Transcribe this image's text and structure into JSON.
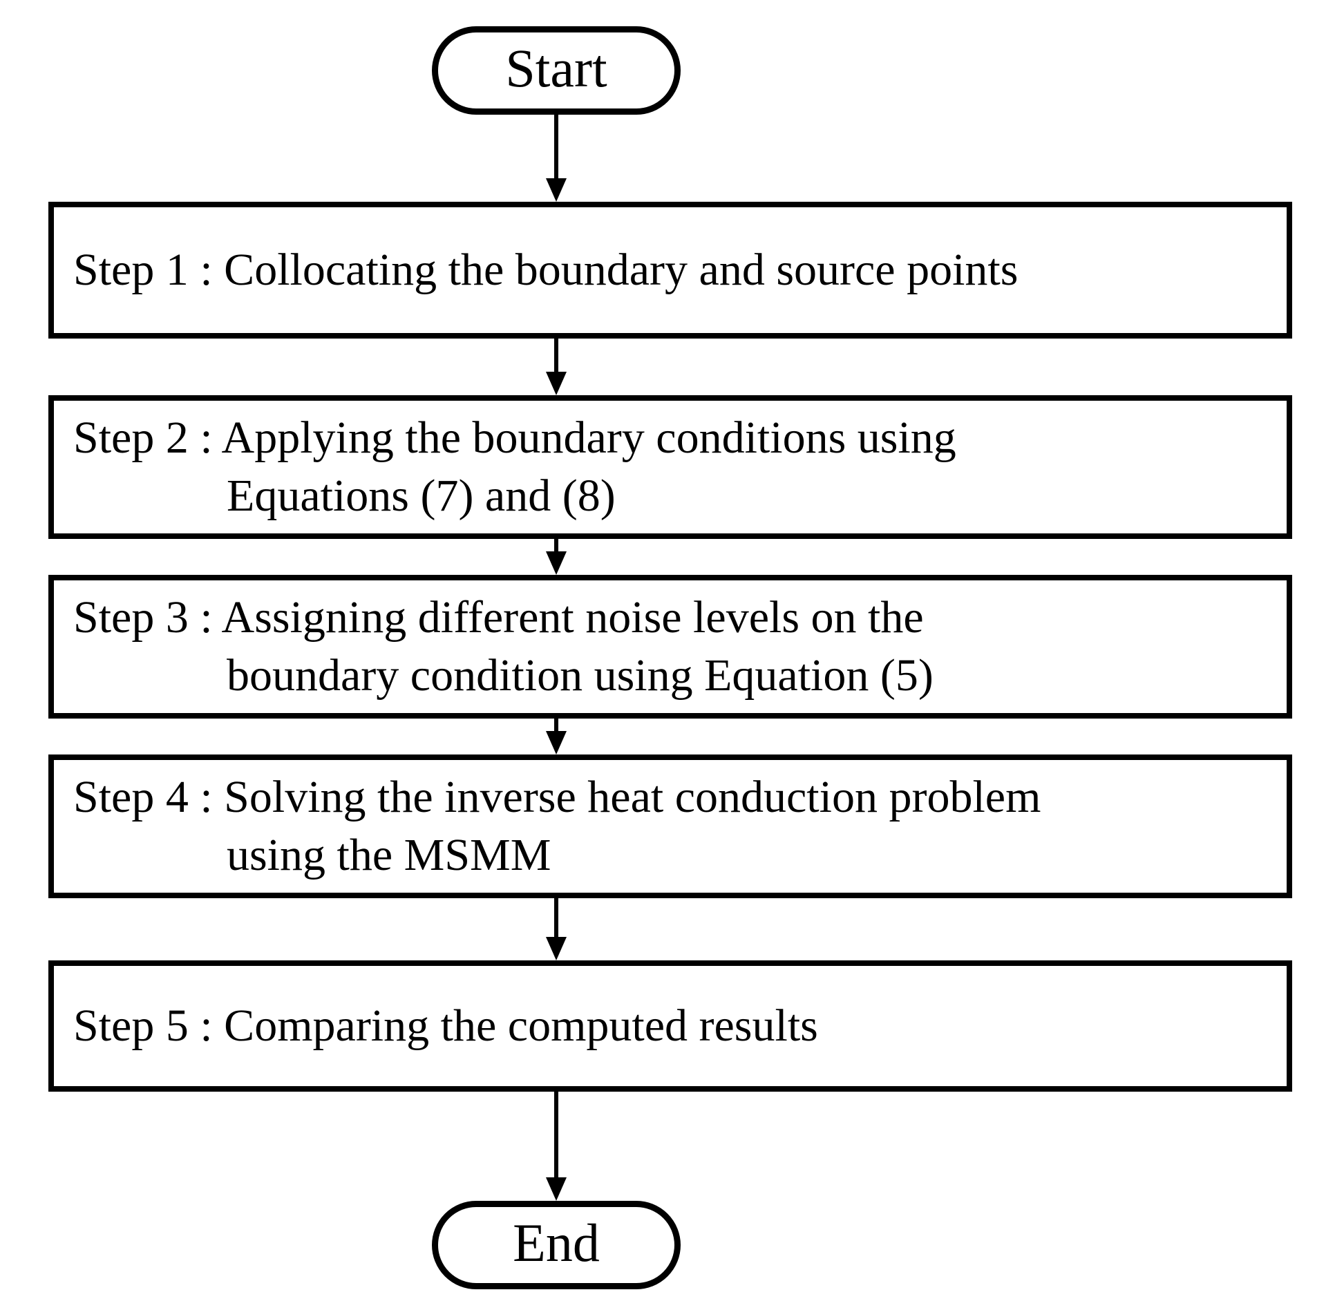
{
  "diagram": {
    "type": "flowchart",
    "orientation": "vertical",
    "node_colors": {
      "stroke": "#000000",
      "fill": "#ffffff",
      "text": "#000000",
      "background": "#ffffff"
    },
    "start_node": {
      "shape": "stadium",
      "label": "Start"
    },
    "end_node": {
      "shape": "stadium",
      "label": "End"
    },
    "steps": [
      {
        "id": "step1",
        "shape": "rectangle",
        "lines": [
          "Step 1 : Collocating the boundary and source points"
        ]
      },
      {
        "id": "step2",
        "shape": "rectangle",
        "lines": [
          "Step 2 : Applying the boundary conditions using",
          "Equations (7) and (8)"
        ]
      },
      {
        "id": "step3",
        "shape": "rectangle",
        "lines": [
          "Step 3 : Assigning different noise levels on the",
          "boundary condition using Equation (5)"
        ]
      },
      {
        "id": "step4",
        "shape": "rectangle",
        "lines": [
          "Step 4 : Solving the inverse heat conduction problem",
          "using the MSMM"
        ]
      },
      {
        "id": "step5",
        "shape": "rectangle",
        "lines": [
          "Step 5 : Comparing the computed results"
        ]
      }
    ],
    "connectors": [
      {
        "id": "start-step1",
        "from": "Start",
        "to": "Step 1",
        "style": "solid-arrow-down"
      },
      {
        "id": "step1-step2",
        "from": "Step 1",
        "to": "Step 2",
        "style": "solid-arrow-down"
      },
      {
        "id": "step2-step3",
        "from": "Step 2",
        "to": "Step 3",
        "style": "solid-arrow-down"
      },
      {
        "id": "step3-step4",
        "from": "Step 3",
        "to": "Step 4",
        "style": "solid-arrow-down"
      },
      {
        "id": "step4-step5",
        "from": "Step 4",
        "to": "Step 5",
        "style": "solid-arrow-down"
      },
      {
        "id": "step5-end",
        "from": "Step 5",
        "to": "End",
        "style": "solid-arrow-down"
      }
    ]
  }
}
